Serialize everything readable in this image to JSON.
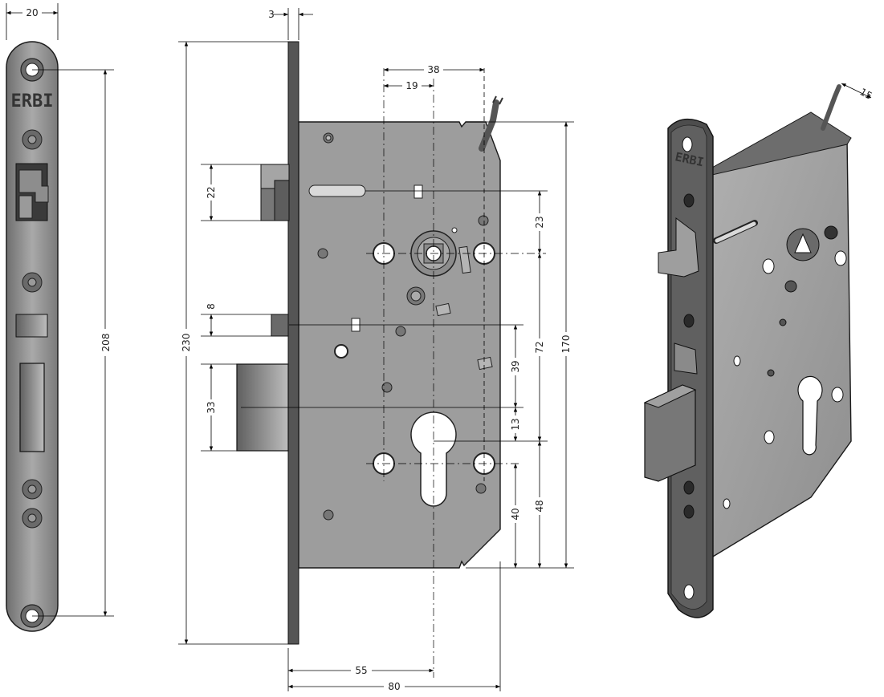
{
  "brand": {
    "logo_text": "ERBI"
  },
  "front_view": {
    "dimensions": {
      "width": "20",
      "screw_spacing": "208"
    }
  },
  "side_view": {
    "dimensions": {
      "faceplate_thickness": "3",
      "total_height": "230",
      "latch_height": "22",
      "aux_latch_height": "8",
      "bolt_height": "33",
      "spindle_offset": "19",
      "hole_spacing_top": "38",
      "dim_23": "23",
      "dim_72": "72",
      "dim_170": "170",
      "dim_39": "39",
      "dim_13": "13",
      "dim_40": "40",
      "dim_48": "48",
      "backset": "55",
      "case_depth": "80"
    }
  },
  "iso_view": {
    "dimensions": {
      "cable": "15"
    }
  },
  "colors": {
    "metal": "#9b9b9b",
    "metal_dark": "#5a5a5a",
    "faceplate": "#8a8a8a",
    "outline": "#1a1a1a"
  }
}
